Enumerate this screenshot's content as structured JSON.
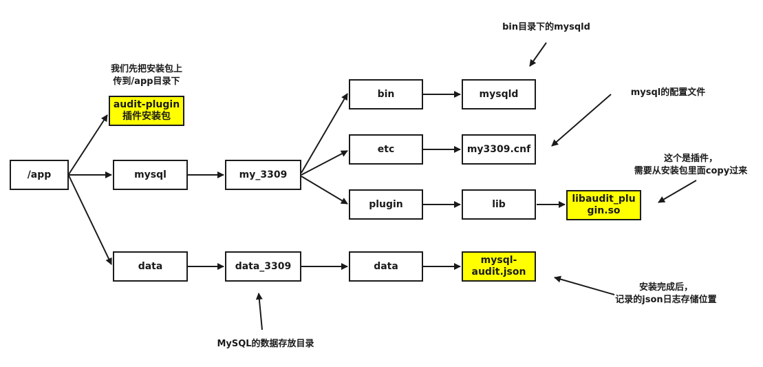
{
  "colors": {
    "stroke": "#1a1a1a",
    "highlight": "#ffff00",
    "background": "#ffffff"
  },
  "nodes": {
    "app": "/app",
    "audit_plugin": [
      "audit-plugin",
      "插件安装包"
    ],
    "mysql": "mysql",
    "data": "data",
    "my_3309": "my_3309",
    "data_3309": "data_3309",
    "bin": "bin",
    "etc": "etc",
    "plugin": "plugin",
    "data2": "data",
    "mysqld": "mysqld",
    "my3309_cnf": "my3309.cnf",
    "lib": "lib",
    "mysql_audit_json": [
      "mysql-",
      "audit.json"
    ],
    "libaudit_plugin_so": [
      "libaudit_plu",
      "gin.so"
    ]
  },
  "notes": {
    "upload": [
      "我们先把安装包上",
      "传到/app目录下"
    ],
    "bin_mysqld": "bin目录下的mysqld",
    "mysql_config": "mysql的配置文件",
    "plugin_copy": [
      "这个是插件，",
      "需要从安装包里面copy过来"
    ],
    "json_log": [
      "安装完成后，",
      "记录的json日志存储位置"
    ],
    "mysql_data_dir": "MySQL的数据存放目录"
  }
}
